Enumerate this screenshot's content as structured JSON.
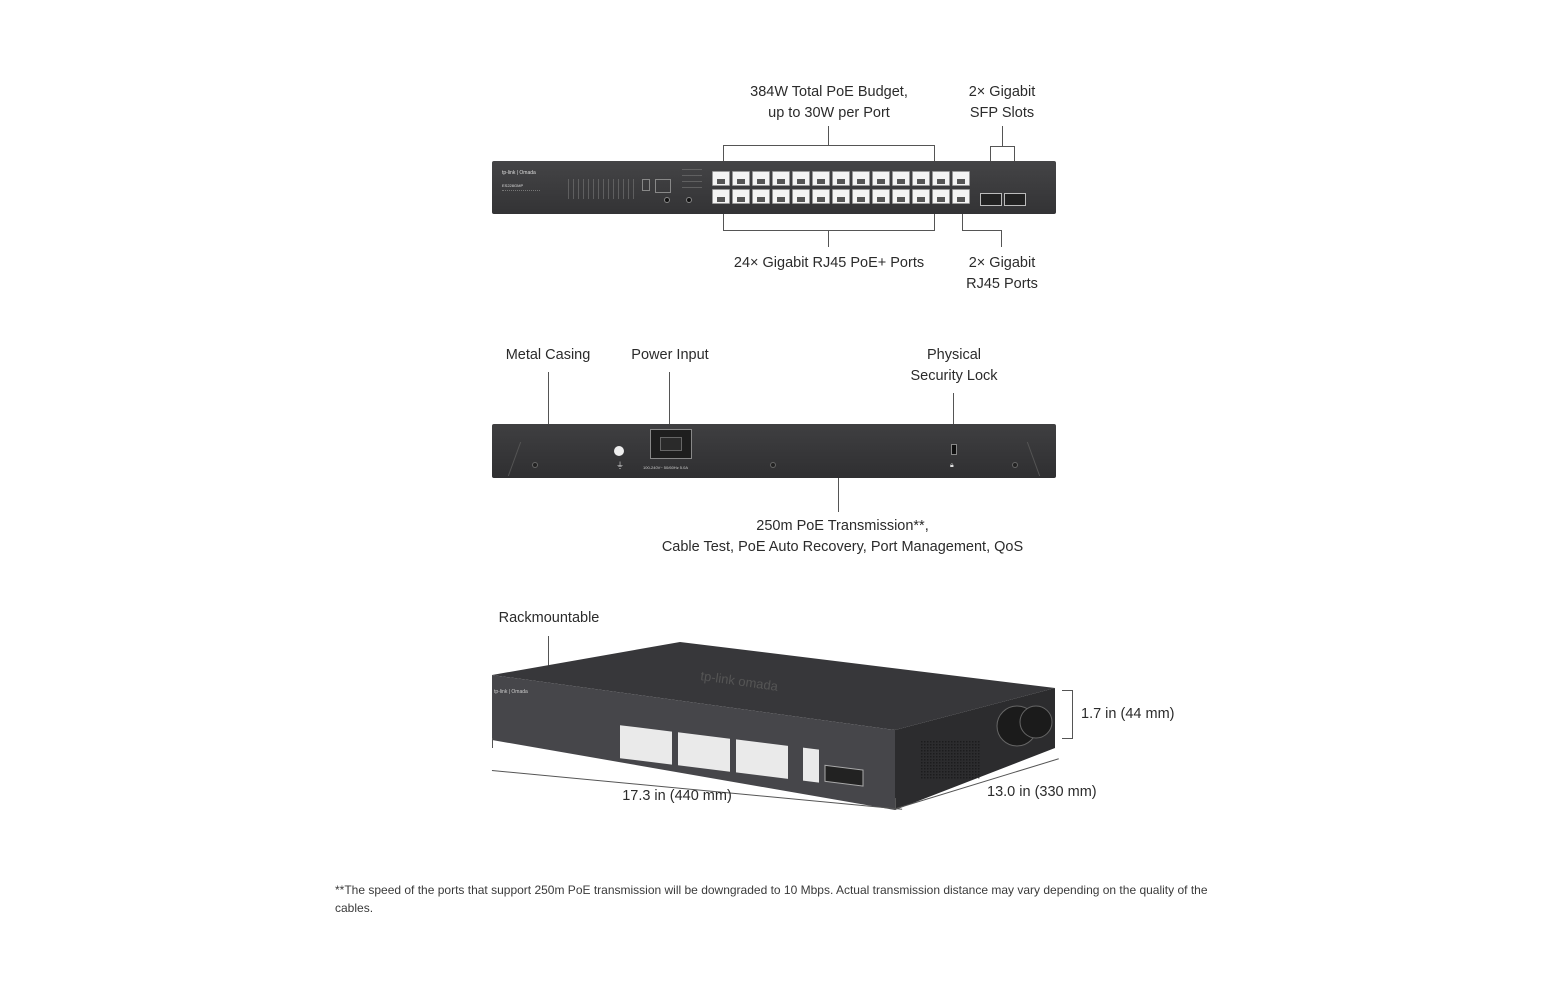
{
  "labels": {
    "poe_budget": [
      "384W Total PoE Budget,",
      "up to 30W per Port"
    ],
    "sfp_slots": [
      "2× Gigabit",
      "SFP Slots"
    ],
    "poe_ports": "24× Gigabit RJ45 PoE+ Ports",
    "rj45_ports": [
      "2× Gigabit",
      "RJ45 Ports"
    ],
    "metal_casing": "Metal Casing",
    "power_input": "Power Input",
    "security_lock": [
      "Physical",
      "Security Lock"
    ],
    "features": [
      "250m PoE Transmission**,",
      "Cable Test, PoE Auto Recovery, Port Management, QoS"
    ],
    "rackmountable": "Rackmountable",
    "height": "1.7 in (44 mm)",
    "width": "17.3 in (440 mm)",
    "depth": "13.0  in (330 mm)"
  },
  "device": {
    "brand": "tp-link | Omada",
    "model": "ES228GMP",
    "power_rating": "100-240V~ 50/60Hz 5.0A",
    "top_logo": "tp-link  omada"
  },
  "footnote": "**The speed of the ports that support 250m PoE transmission will be downgraded to 10 Mbps. Actual transmission distance may vary depending on the quality of the cables.",
  "colors": {
    "casing": "#3b3b3d",
    "port_face": "#f4f4f4",
    "text": "#2b2b2b",
    "leader_line": "#555555"
  }
}
